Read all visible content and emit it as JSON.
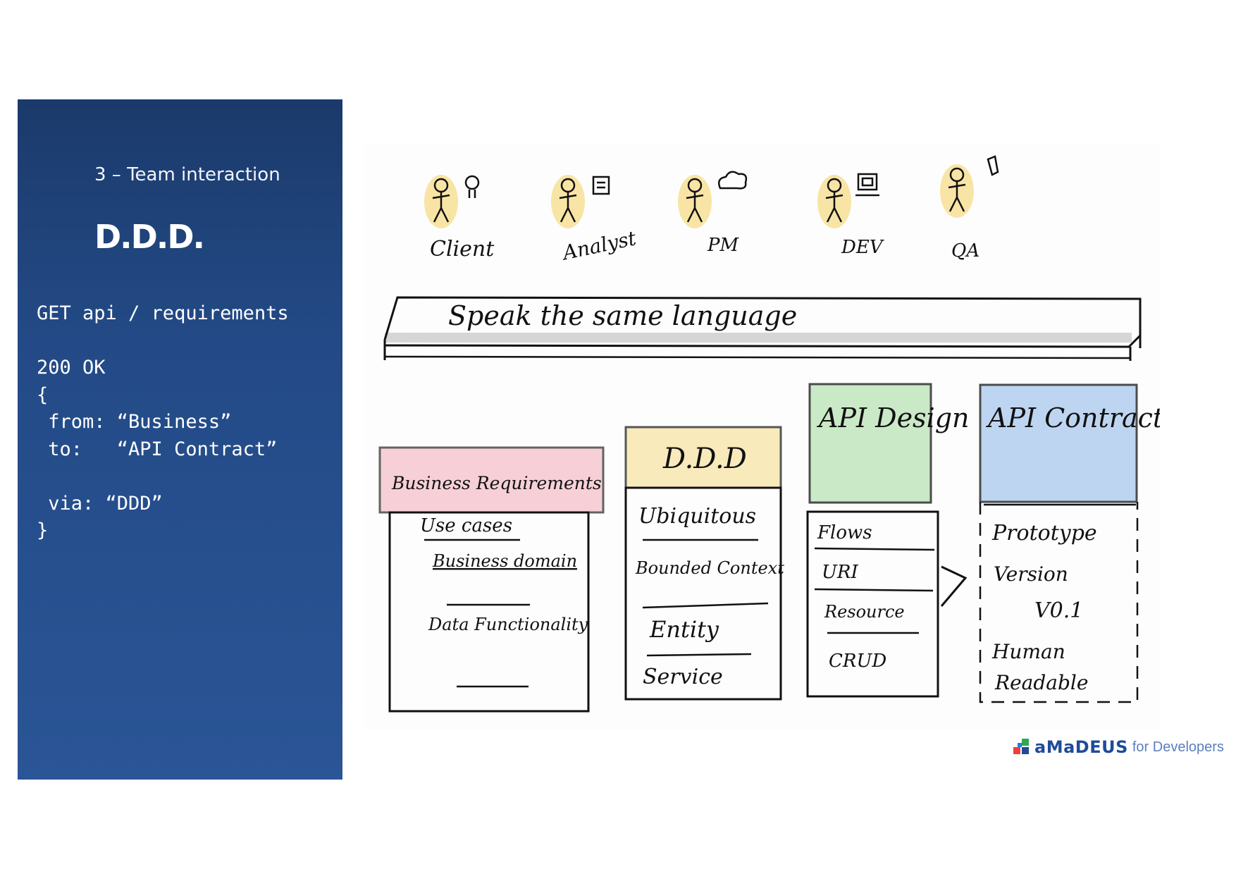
{
  "slide": {
    "subtitle": "3 – Team interaction",
    "title": "D.D.D.",
    "code_lines": [
      "GET api / requirements",
      "",
      "200 OK",
      "{",
      " from: “Business”",
      " to:   “API Contract”",
      "",
      " via: “DDD”",
      "}"
    ]
  },
  "sketch": {
    "roles": [
      {
        "label": "Client",
        "icon": "idea-icon",
        "halo": "#f4d15c"
      },
      {
        "label": "Analyst",
        "icon": "document-icon",
        "halo": "#f4d15c"
      },
      {
        "label": "PM",
        "icon": "cloud-icon",
        "halo": "#f4d15c"
      },
      {
        "label": "DEV",
        "icon": "computer-icon",
        "halo": "#f4d15c"
      },
      {
        "label": "QA",
        "icon": "flag-icon",
        "halo": "#f4d15c"
      }
    ],
    "banner": "Speak the same language",
    "boxes": [
      {
        "header": "Business Requirements",
        "color": "#f3b8c4",
        "items": [
          "Use cases",
          "Business domain",
          "Data Functionality"
        ]
      },
      {
        "header": "D.D.D",
        "color": "#f8e3a0",
        "items": [
          "Ubiquitous",
          "Bounded Context",
          "Entity",
          "Service"
        ]
      },
      {
        "header": "API Design",
        "color": "#b9e3b5",
        "items": [
          "Flows",
          "URI",
          "Resource",
          "CRUD"
        ]
      },
      {
        "header": "API Contract",
        "color": "#a9c8ee",
        "items": [
          "Prototype",
          "Version",
          "V0.1",
          "Human",
          "Readable"
        ]
      }
    ]
  },
  "logo": {
    "name": "aMaDEUS",
    "suffix": "for Developers",
    "colors": [
      "#1f4b99",
      "#e8423c",
      "#2fa84f",
      "#2a7fd4"
    ]
  }
}
